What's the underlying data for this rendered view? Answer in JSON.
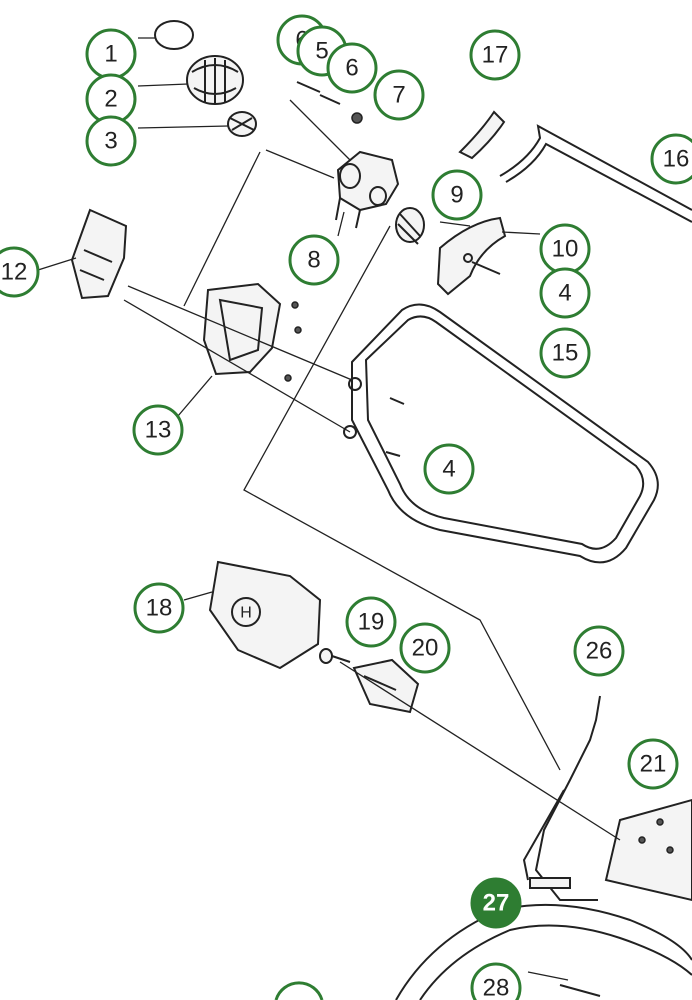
{
  "diagram": {
    "colors": {
      "callout": "#2e7d32",
      "line": "#222222"
    },
    "callouts": [
      {
        "label": "1"
      },
      {
        "label": "2"
      },
      {
        "label": "3"
      },
      {
        "label": "6"
      },
      {
        "label": "5"
      },
      {
        "label": "6"
      },
      {
        "label": "7"
      },
      {
        "label": "17"
      },
      {
        "label": "16"
      },
      {
        "label": "12"
      },
      {
        "label": "8"
      },
      {
        "label": "9"
      },
      {
        "label": "10"
      },
      {
        "label": "4"
      },
      {
        "label": "15"
      },
      {
        "label": "13"
      },
      {
        "label": "4"
      },
      {
        "label": "18"
      },
      {
        "label": "19"
      },
      {
        "label": "20"
      },
      {
        "label": "26"
      },
      {
        "label": "21"
      },
      {
        "label": "27",
        "filled": true
      },
      {
        "label": "28"
      }
    ],
    "logo_text": "H"
  }
}
